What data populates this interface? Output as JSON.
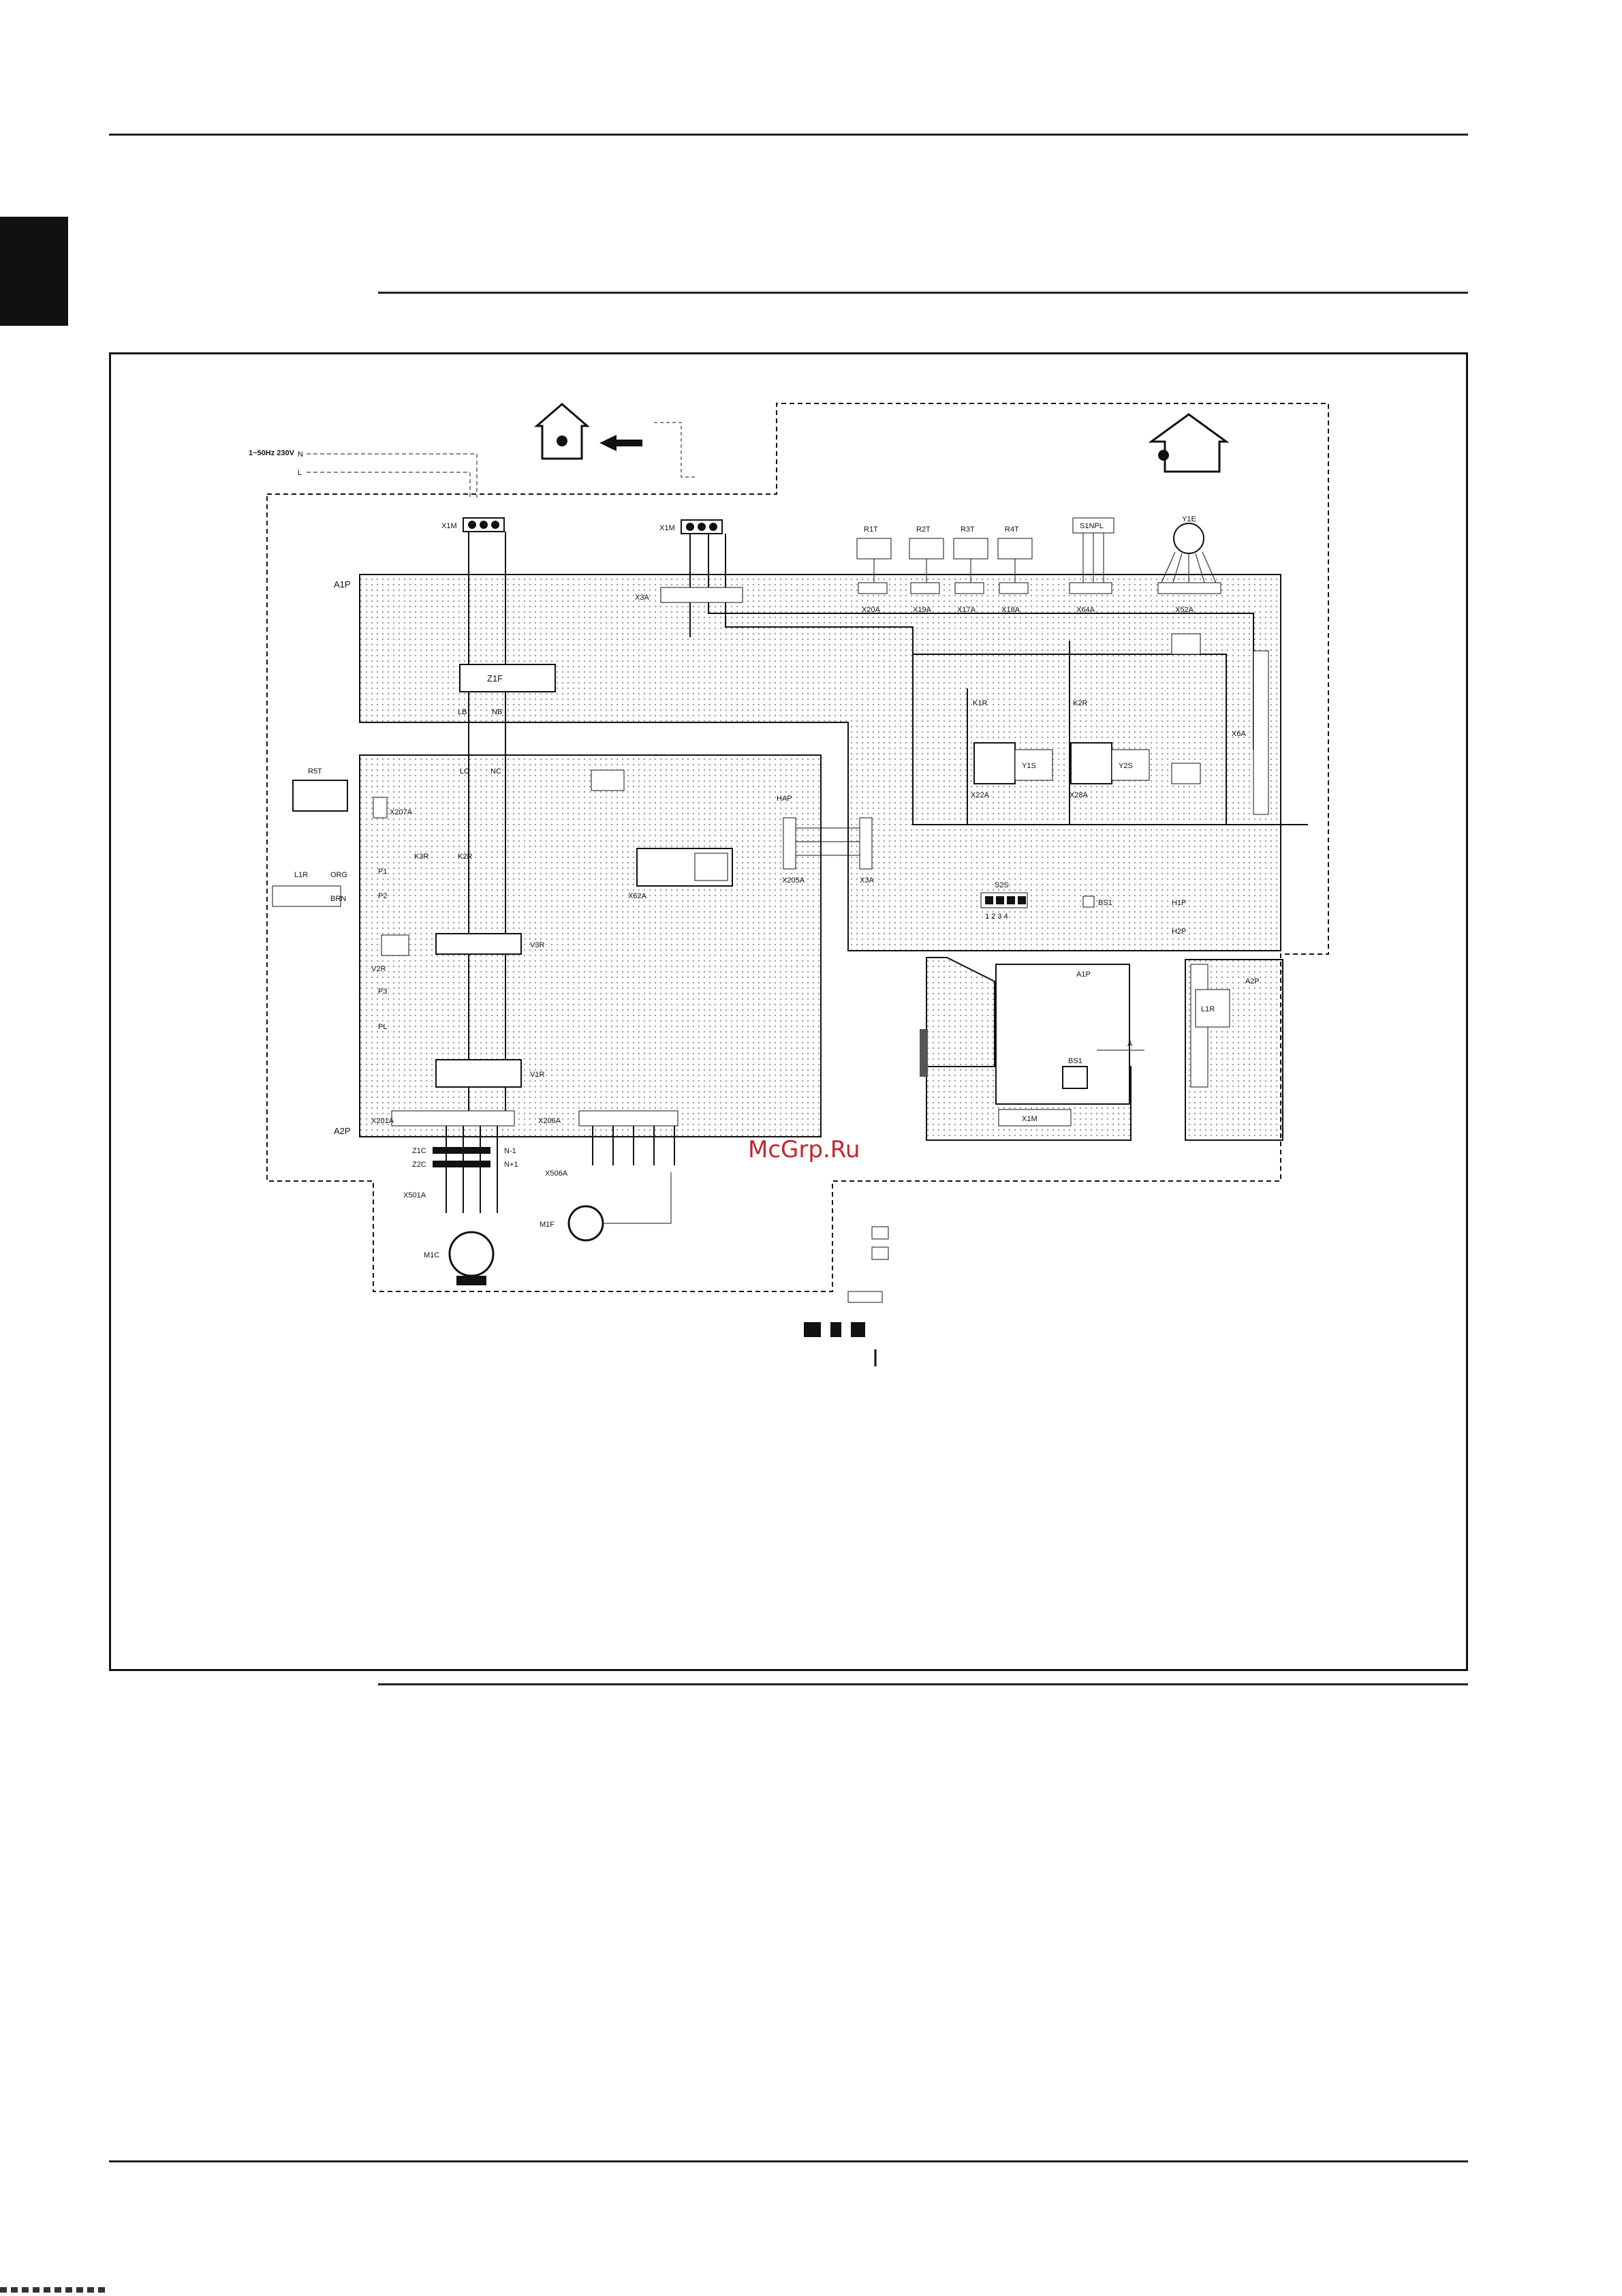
{
  "watermark": "McGrp.Ru",
  "supply": {
    "spec": "1~50Hz\n230V",
    "terms": [
      "N",
      "L"
    ]
  },
  "connectors_top": [
    "R1T",
    "R2T",
    "R3T",
    "R4T",
    "S1NPL",
    "Y1E"
  ],
  "connectors_top_headers": [
    "X20A",
    "X19A",
    "X17A",
    "X18A",
    "X64A",
    "X52A"
  ],
  "boards": {
    "a1p": "A1P",
    "a2p": "A2P",
    "a1p_box": "A1P",
    "a2p_box": "A2P"
  },
  "parts": {
    "x1m_left": "X1M",
    "x1m_right": "X1M",
    "z1f": "Z1F",
    "x6a": "X6A",
    "r5t": "R5T",
    "x207a": "X207A",
    "x3a": "X3A",
    "x205a": "X205A",
    "v3r": "V3R",
    "v1r": "V1R",
    "v2r": "V2R",
    "x201a": "X201A",
    "x206a": "X206A",
    "z1c": "Z1C",
    "z2c": "Z2C",
    "x501a": "X501A",
    "x506a": "X506A",
    "m1c": "M1C",
    "m1f": "M1F",
    "l1r": "L1R",
    "l1r_box": "L1R",
    "k1r": "K1R",
    "k2r": "K2R",
    "k3r": "K3R",
    "y1s": "Y1S",
    "y2s": "Y2S",
    "x22a": "X22A",
    "x28a": "X28A",
    "x62a": "X62A",
    "s2s": "S2S",
    "bs1": "BS1",
    "bs1_box": "BS1",
    "h1p": "H1P",
    "h2p": "H2P",
    "hap": "HAP",
    "x1m_box": "X1M",
    "a_arrow": "A"
  },
  "wire_labels": [
    "P1",
    "P2",
    "P3",
    "PL",
    "N-1",
    "N+1",
    "LB",
    "NB",
    "LC",
    "NC",
    "ORG",
    "BRN"
  ],
  "s2s_positions": "1 2 3 4",
  "colors": {
    "line": "#111111",
    "dots": "#9a9a9a",
    "watermark": "#c0272d",
    "tab": "#111111"
  },
  "icons": [
    "house-icon",
    "house-icon",
    "arrow-left-icon",
    "motor-icon",
    "fuse-icon",
    "earth-icon"
  ]
}
